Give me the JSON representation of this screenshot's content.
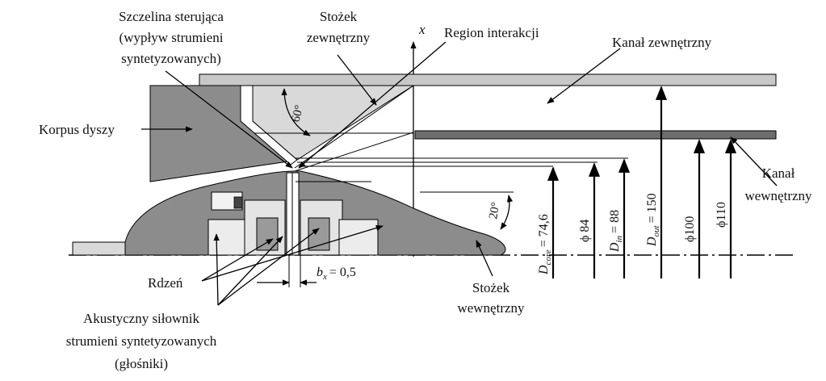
{
  "labels": {
    "control_slot": [
      "Szczelina sterująca",
      "(wypływ strumieni",
      "syntetyzowanych)"
    ],
    "outer_cone": [
      "Stożek",
      "zewnętrzny"
    ],
    "interaction_region": "Region interakcji",
    "outer_channel": "Kanał zewnętrzny",
    "nozzle_body": "Korpus dyszy",
    "inner_channel": [
      "Kanał",
      "wewnętrzny"
    ],
    "core": "Rdzeń",
    "inner_cone": [
      "Stożek",
      "wewnętrzny"
    ],
    "actuator": [
      "Akustyczny siłownik",
      "strumieni syntetyzowanych",
      "(głośniki)"
    ],
    "axis_x": "x"
  },
  "dimensions": {
    "d_core": {
      "symbol": "D",
      "sub": "core",
      "value": "= 74,6"
    },
    "phi_84": "ϕ 84",
    "d_in": {
      "symbol": "D",
      "sub": "in",
      "value": "= 88"
    },
    "d_out": {
      "symbol": "D",
      "sub": "out",
      "value": "= 150"
    },
    "phi_100": "ϕ100",
    "phi_110": "ϕ110",
    "bx": {
      "symbol": "b",
      "sub": "x",
      "value": "= 0,5"
    }
  },
  "angles": {
    "outer": "60°",
    "inner": "20°"
  },
  "colors": {
    "body_gray": "#8c8c8c",
    "light_gray": "#d9d9d9",
    "channel_light": "#c8c8c8",
    "channel_dark": "#6e6e6e",
    "white": "#ffffff"
  }
}
